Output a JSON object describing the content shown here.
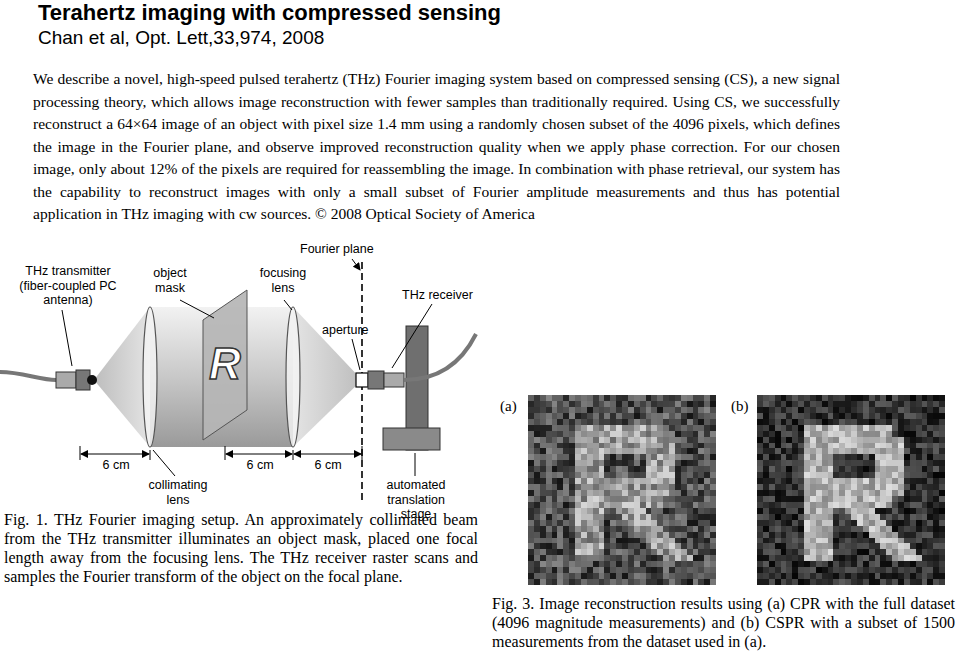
{
  "diagram": {
    "title": "Terahertz imaging with compressed sensing",
    "labels": [
      "Chan et al, Opt. Lett,33,974, 2008",
      "We describe a novel, high-speed pulsed terahertz (THz) Fourier imaging system based on compressed sensing (CS), a new signal processing theory, which allows image reconstruction with fewer samples than traditionally required. Using CS, we successfully reconstruct a 64×64 image of an object with pixel size 1.4 mm using a randomly chosen subset of the 4096 pixels, which defines the image in the Fourier plane, and observe improved reconstruction quality when we apply phase correction. For our chosen image, only about 12% of the pixels are required for reassembling the image. In combination with phase retrieval, our system has the capability to reconstruct images with only a small subset of Fourier amplitude measurements and thus has potential application in THz imaging with cw sources. © 2008 Optical Society of America",
      "THz transmitter (fiber-coupled PC antenna)",
      "object mask",
      "focusing lens",
      "Fourier plane",
      "THz receiver",
      "aperture",
      "R",
      "6 cm",
      "6 cm",
      "6 cm",
      "collimating lens",
      "automated translation stage",
      "Fig. 1. THz Fourier imaging setup. An approximately collimated beam from the THz transmitter illuminates an object mask, placed one focal length away from the focusing lens. The THz receiver raster scans and samples the Fourier transform of the object on the focal plane.",
      "(a)",
      "(b)",
      "Fig. 3. Image reconstruction results using (a) CPR with the full dataset (4096 magnitude measurements) and (b) CSPR with a subset of 1500 measurements from the dataset used in (a)."
    ]
  }
}
